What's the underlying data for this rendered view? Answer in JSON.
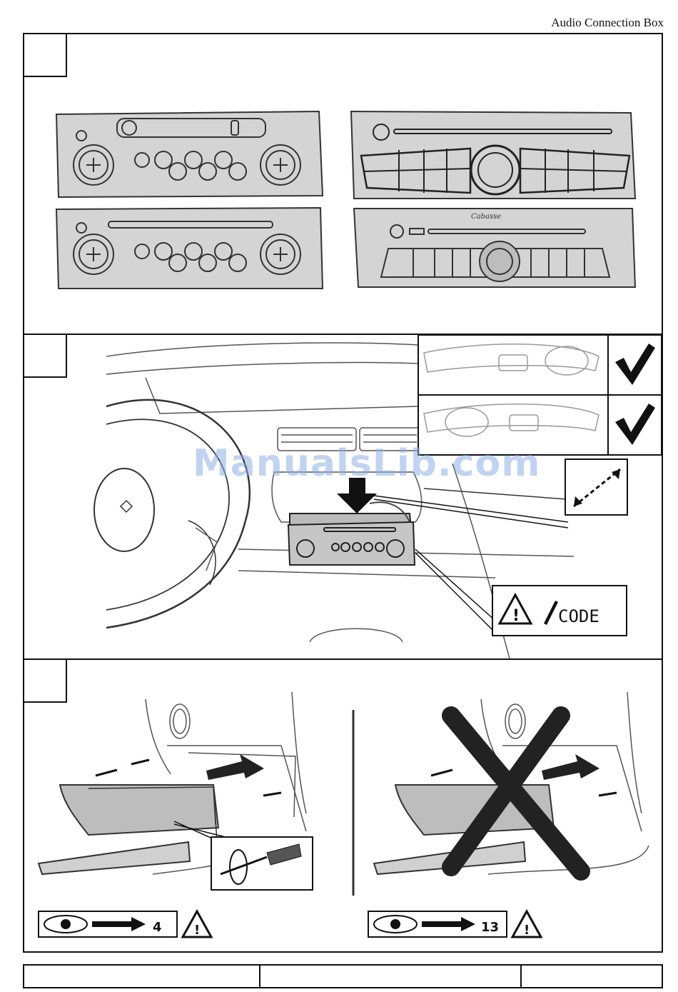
{
  "header": {
    "title": "Audio Connection Box"
  },
  "watermark": {
    "text": "ManualsLib.com"
  },
  "panel_2": {
    "code_label": "CODE"
  },
  "panel_3": {
    "left_ref_number": "4",
    "right_ref_number": "13"
  },
  "radio_brand": "Cabasse"
}
